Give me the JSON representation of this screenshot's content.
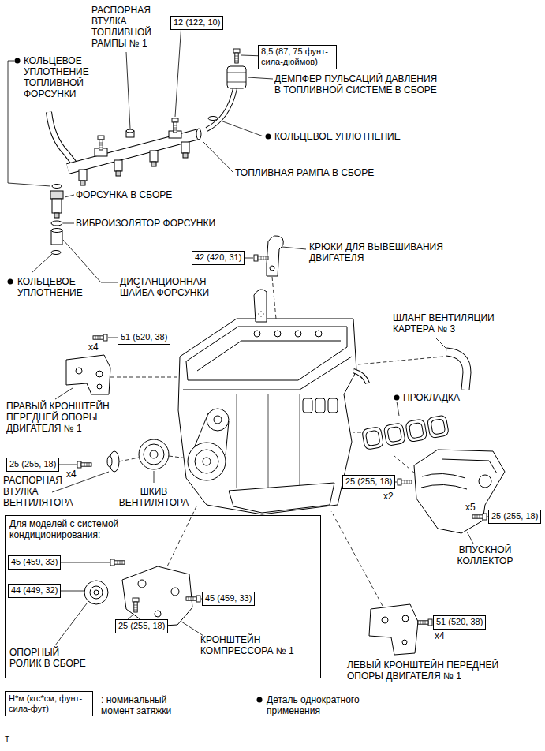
{
  "diagram": {
    "nodes": [
      {
        "text": [
          "12 (122, 10)"
        ]
      },
      {
        "text": [
          "8,5 (87, 75 фунт-сила-дюймов)"
        ]
      },
      {
        "text": [
          "42 (420, 31)"
        ]
      },
      {
        "text": [
          "51 (520, 38)"
        ]
      },
      {
        "text": [
          "25 (255, 18)"
        ]
      },
      {
        "text": [
          "25 (255, 18)"
        ]
      },
      {
        "text": [
          "25 (255, 18)"
        ]
      },
      {
        "text": [
          "Для моделей с системой кондиционирования:"
        ]
      },
      {
        "text": [
          "45 (459, 33)"
        ],
        "in": 7
      },
      {
        "text": [
          "44 (449, 32)"
        ],
        "in": 7
      },
      {
        "text": [
          "45 (459, 33)"
        ],
        "in": 7
      },
      {
        "text": [
          "25 (255, 18)"
        ],
        "in": 7
      },
      {
        "text": [
          "51 (520, 38)"
        ]
      },
      {
        "text": [
          "Н*м (кгс*см, фунт-сила-фут)"
        ]
      }
    ],
    "labels": [
      "РАСПОРНАЯ ВТУЛКА ТОПЛИВНОЙ РАМПЫ № 1",
      "КОЛЬЦЕВОЕ УПЛОТНЕНИЕ ТОПЛИВНОЙ ФОРСУНКИ",
      "ДЕМПФЕР ПУЛЬСАЦИЙ ДАВЛЕНИЯ В ТОПЛИВНОЙ СИСТЕМЕ В СБОРЕ",
      "КОЛЬЦЕВОЕ УПЛОТНЕНИЕ",
      "ТОПЛИВНАЯ РАМПА В СБОРЕ",
      "ФОРСУНКА В СБОРЕ",
      "ВИБРОИЗОЛЯТОР ФОРСУНКИ",
      "КРЮКИ ДЛЯ ВЫВЕШИВАНИЯ ДВИГАТЕЛЯ",
      "КОЛЬЦЕВОЕ УПЛОТНЕНИЕ",
      "ДИСТАНЦИОННАЯ ШАЙБА ФОРСУНКИ",
      "ШЛАНГ ВЕНТИЛЯЦИИ КАРТЕРА № 3",
      "x4",
      "ПРОКЛАДКА",
      "ПРАВЫЙ КРОНШТЕЙН ПЕРЕДНЕЙ ОПОРЫ ДВИГАТЕЛЯ № 1",
      "x4",
      "РАСПОРНАЯ ВТУЛКА ВЕНТИЛЯТОРА",
      "ШКИВ ВЕНТИЛЯТОРА",
      "x2",
      "x5",
      "ВПУСКНОЙ КОЛЛЕКТОР",
      "x4",
      "КРОНШТЕЙН КОМПРЕССОРА № 1",
      "ОПОРНЫЙ РОЛИК В СБОРЕ",
      "ЛЕВЫЙ КРОНШТЕЙН ПЕРЕДНЕЙ ОПОРЫ ДВИГАТЕЛЯ № 1",
      "T"
    ],
    "legend": [
      {
        "text": ": номинальный момент затяжки"
      },
      {
        "text": "Деталь однократного применения"
      }
    ]
  }
}
